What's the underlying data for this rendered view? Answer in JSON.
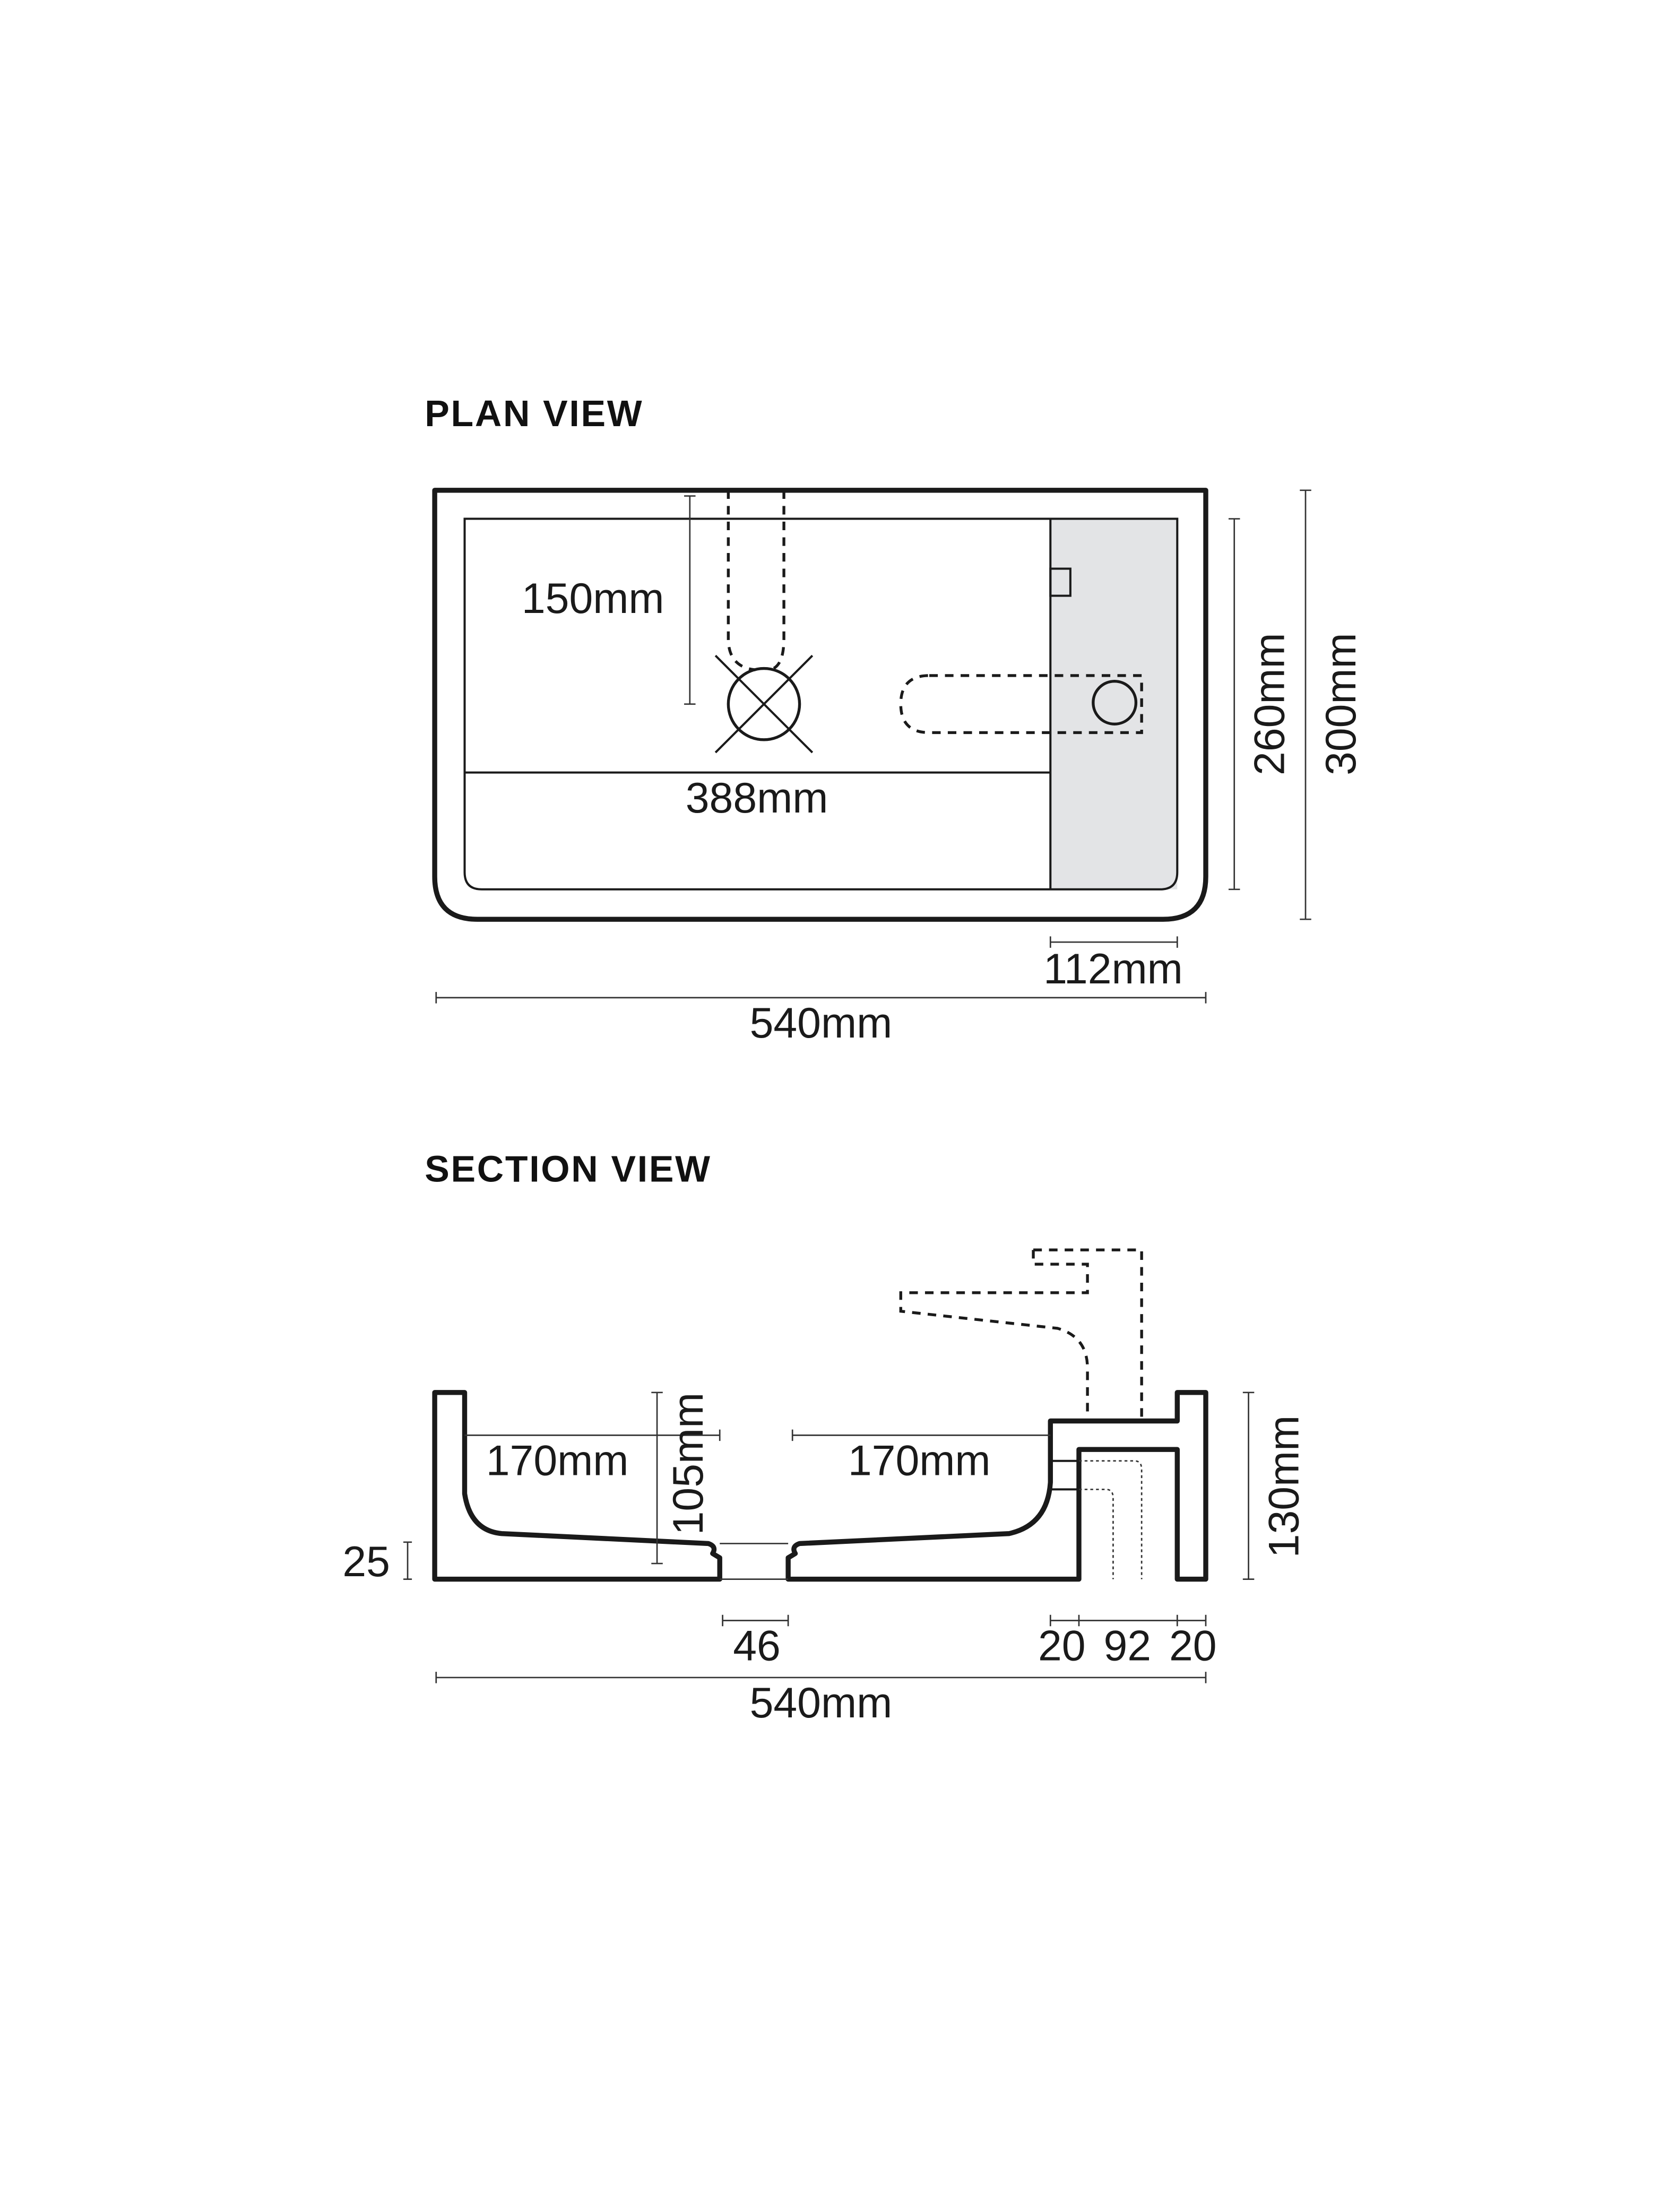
{
  "colors": {
    "line": "#1a1a1a",
    "shelf_fill": "#e3e4e6",
    "background": "#ffffff"
  },
  "plan_view": {
    "title": "PLAN VIEW",
    "dims": {
      "waste_offset": "150mm",
      "bowl_length": "388mm",
      "inner_depth": "260mm",
      "overall_depth": "300mm",
      "shelf_width": "112mm",
      "overall_width": "540mm"
    }
  },
  "section_view": {
    "title": "SECTION VIEW",
    "dims": {
      "left_bowl": "170mm",
      "right_bowl": "170mm",
      "bowl_height": "105mm",
      "base_thickness": "25",
      "overall_height": "130mm",
      "waste_width": "46",
      "wall_left": "20",
      "cavity": "92",
      "wall_right": "20",
      "overall_width": "540mm"
    }
  }
}
